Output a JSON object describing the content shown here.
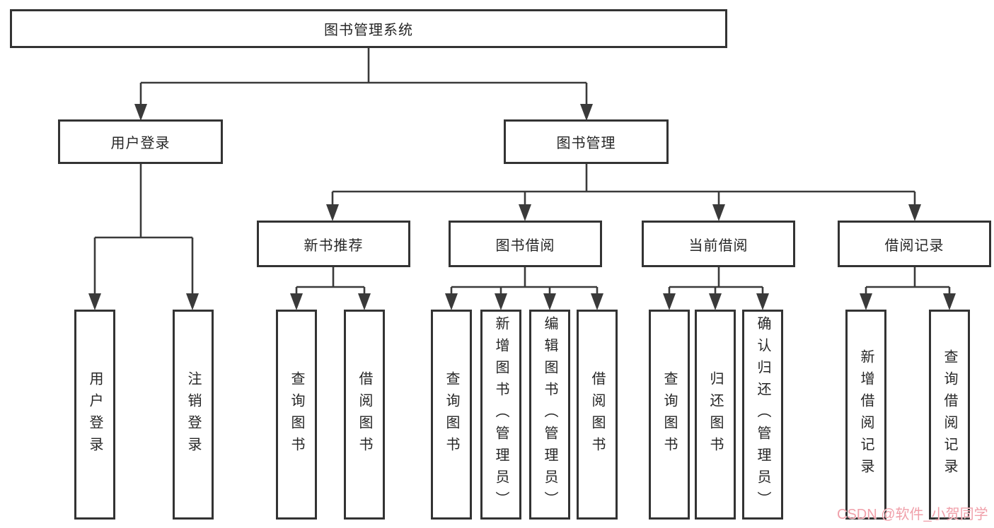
{
  "diagram": {
    "tree": {
      "label": "图书管理系统",
      "children": [
        {
          "label": "用户登录",
          "children": [
            {
              "label": "用户登录"
            },
            {
              "label": "注销登录"
            }
          ]
        },
        {
          "label": "图书管理",
          "children": [
            {
              "label": "新书推荐",
              "children": [
                {
                  "label": "查询图书"
                },
                {
                  "label": "借阅图书"
                }
              ]
            },
            {
              "label": "图书借阅",
              "children": [
                {
                  "label": "查询图书"
                },
                {
                  "label": "新增图书（管理员）"
                },
                {
                  "label": "编辑图书（管理员）"
                },
                {
                  "label": "借阅图书"
                }
              ]
            },
            {
              "label": "当前借阅",
              "children": [
                {
                  "label": "查询图书"
                },
                {
                  "label": "归还图书"
                },
                {
                  "label": "确认归还（管理员）"
                }
              ]
            },
            {
              "label": "借阅记录",
              "children": [
                {
                  "label": "新增借阅记录"
                },
                {
                  "label": "查询借阅记录"
                }
              ]
            }
          ]
        }
      ]
    },
    "colors": {
      "line": "#3a3a3a",
      "box_border": "#333333",
      "text": "#262626",
      "background": "#ffffff",
      "watermark": "#f0a0aa"
    }
  },
  "watermark": {
    "text": "CSDN @软件_小贺同学"
  }
}
